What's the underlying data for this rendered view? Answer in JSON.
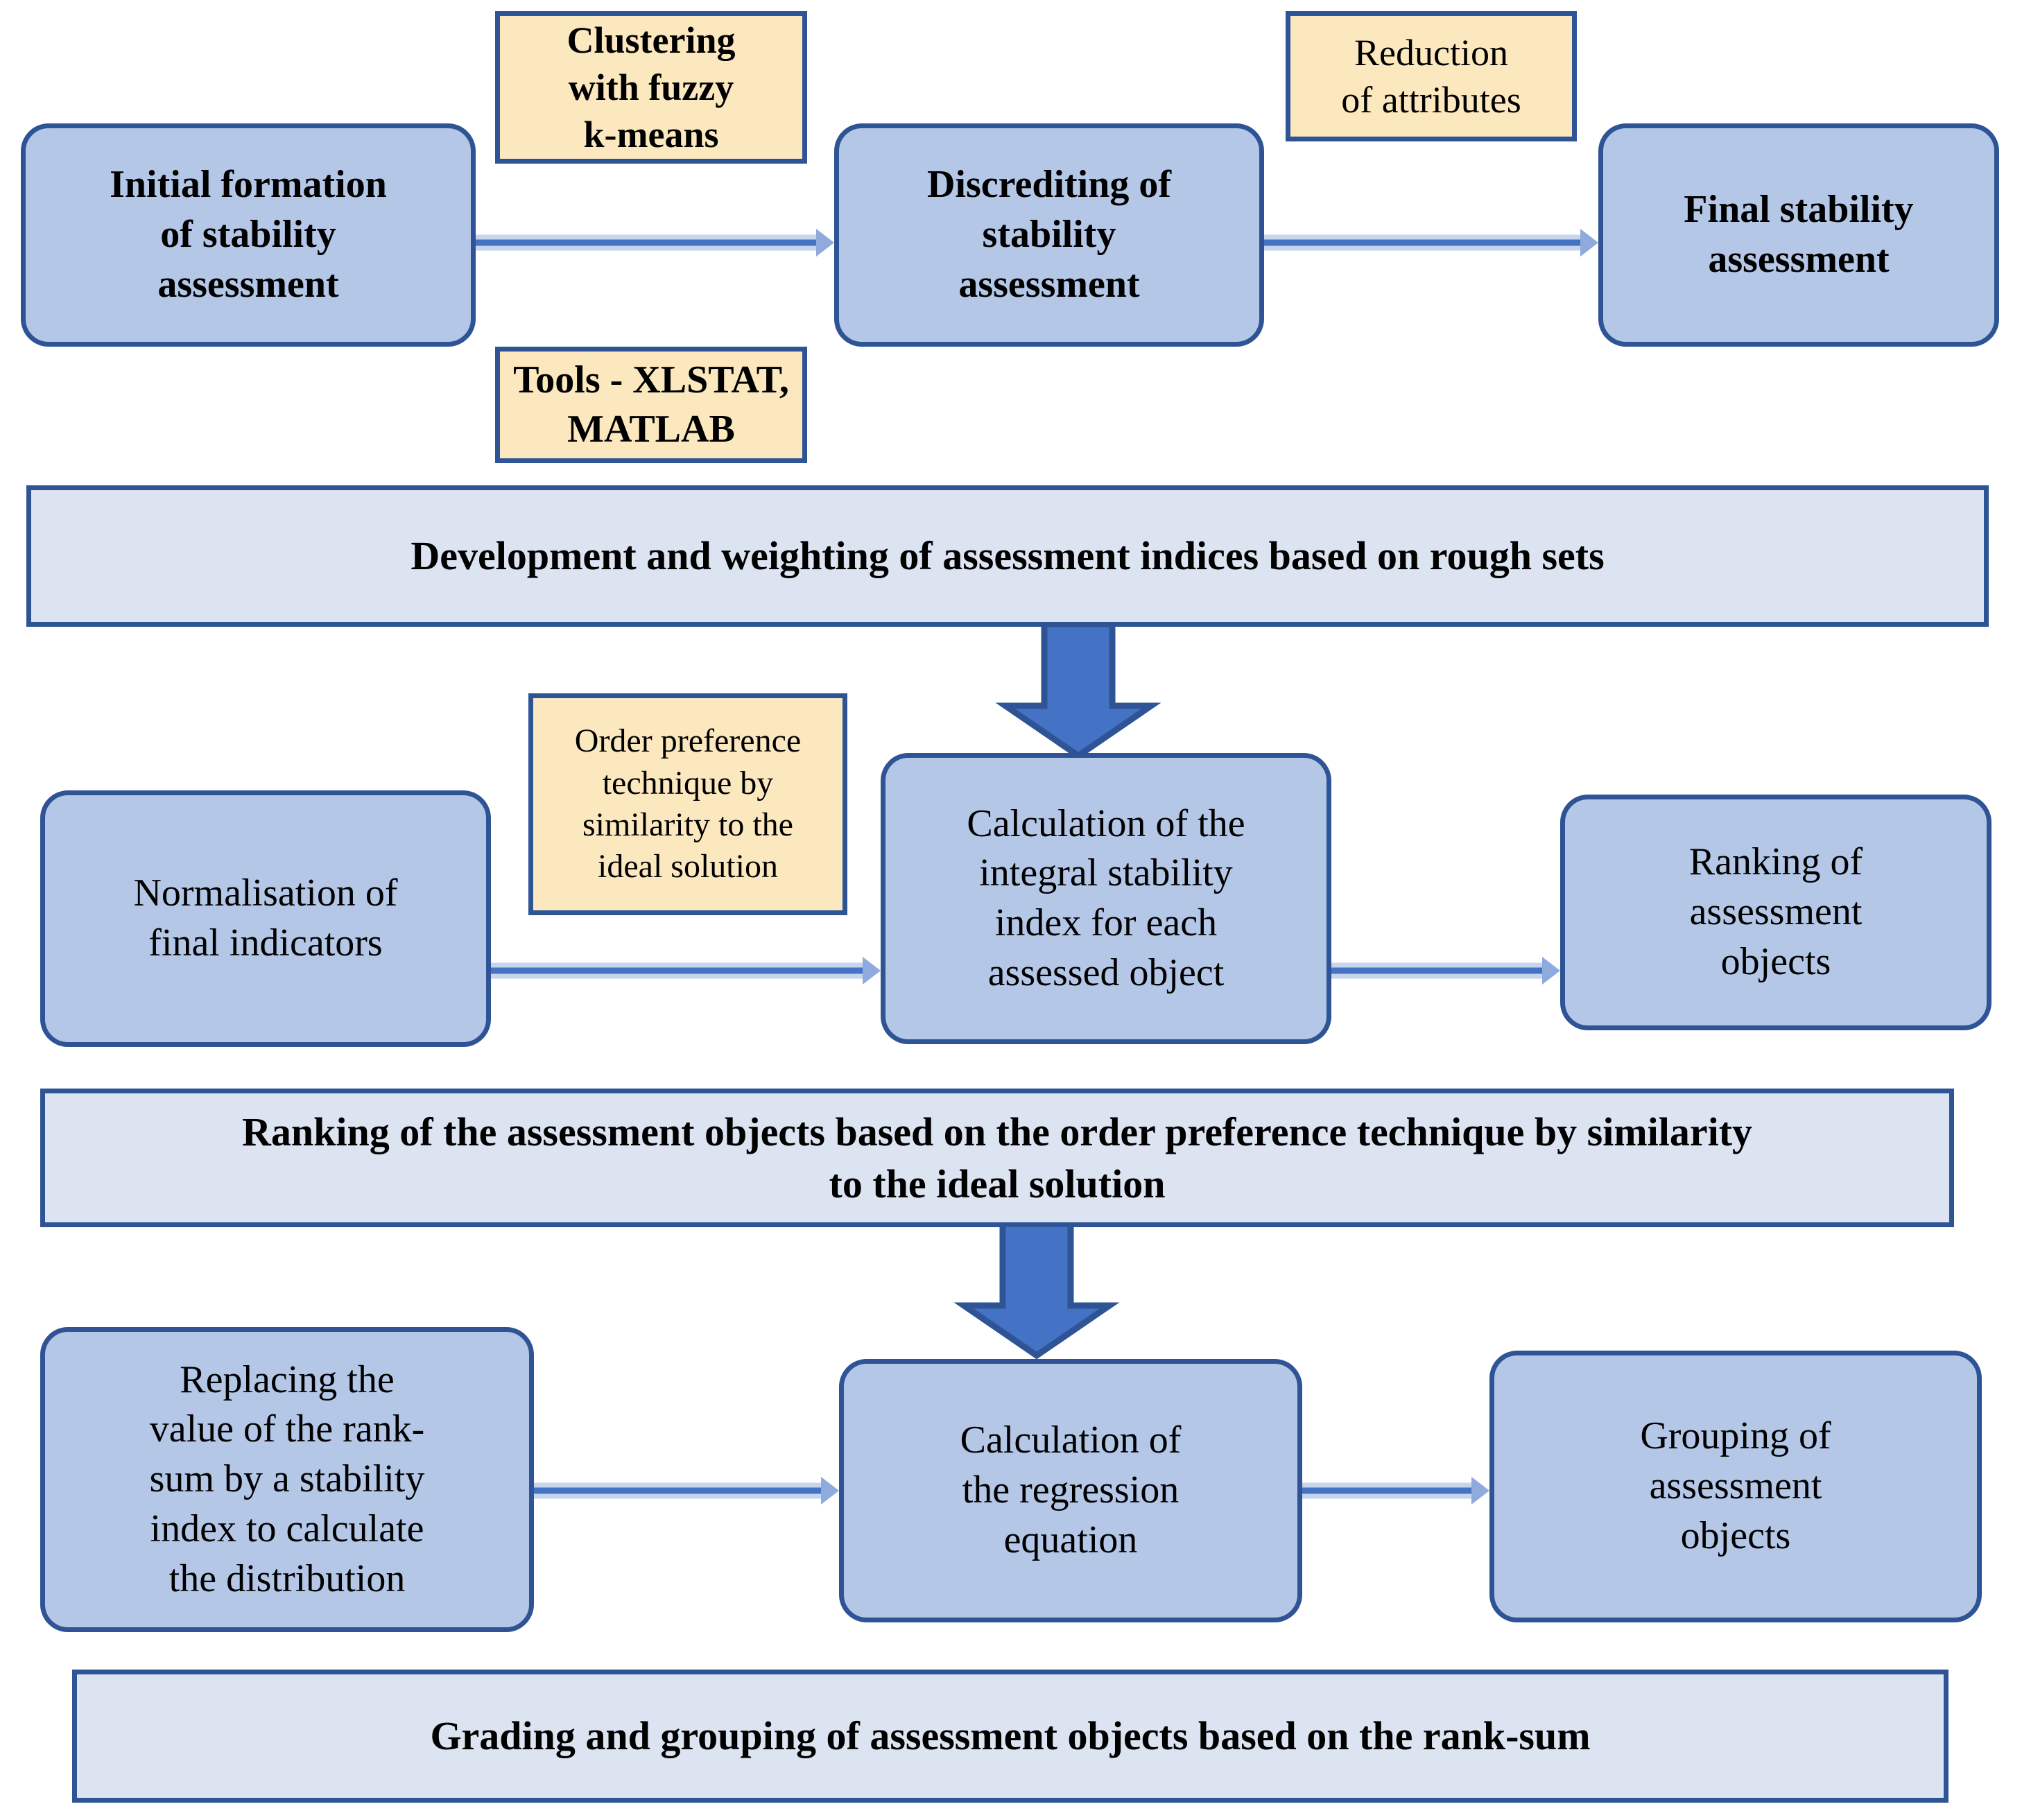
{
  "diagram": {
    "title": "Stability assessment methodology flowchart",
    "colors": {
      "node_fill": "#B4C7E7",
      "node_border": "#2E5496",
      "note_fill": "#FCE8BE",
      "banner_fill": "#DCE4F2",
      "arrow": "#4472C4",
      "arrow_head": "#8FAADC",
      "text": "#000000",
      "background": "#FFFFFF"
    },
    "rows": [
      {
        "id": "row-1",
        "nodes": [
          {
            "id": "initial-formation",
            "lines": [
              "Initial formation",
              "of stability",
              "assessment"
            ]
          },
          {
            "id": "discrediting",
            "lines": [
              "Discrediting of",
              "stability",
              "assessment"
            ]
          },
          {
            "id": "final-stability",
            "lines": [
              "Final stability",
              "assessment"
            ]
          }
        ],
        "notes": [
          {
            "id": "clustering-note",
            "lines": [
              "Clustering",
              "with fuzzy",
              "k-means"
            ]
          },
          {
            "id": "tools-note",
            "lines": [
              "Tools - XLSTAT,",
              "MATLAB"
            ]
          },
          {
            "id": "reduction-note",
            "lines": [
              "Reduction",
              "of attributes"
            ]
          }
        ]
      },
      {
        "id": "row-2",
        "nodes": [
          {
            "id": "normalisation",
            "lines": [
              "Normalisation of",
              "final indicators"
            ]
          },
          {
            "id": "integral-index",
            "lines": [
              "Calculation  of the",
              "integral stability",
              "index for each",
              "assessed object"
            ]
          },
          {
            "id": "ranking-objects",
            "lines": [
              "Ranking  of",
              "assessment",
              "objects"
            ]
          }
        ],
        "notes": [
          {
            "id": "topsis-note",
            "lines": [
              "Order preference",
              "technique by",
              "similarity to the",
              "ideal solution"
            ]
          }
        ]
      },
      {
        "id": "row-3",
        "nodes": [
          {
            "id": "replacing-rank-sum",
            "lines": [
              "Replacing  the",
              "value of the rank-",
              "sum by a stability",
              "index to calculate",
              "the distribution"
            ]
          },
          {
            "id": "regression-equation",
            "lines": [
              "Calculation  of",
              "the regression",
              "equation"
            ]
          },
          {
            "id": "grouping-objects",
            "lines": [
              "Grouping of",
              "assessment",
              "objects"
            ]
          }
        ],
        "notes": []
      }
    ],
    "banners": [
      {
        "id": "banner-development",
        "lines": [
          "Development and weighting of assessment  indices based on rough sets"
        ]
      },
      {
        "id": "banner-ranking",
        "lines": [
          "Ranking of the assessment  objects based on the order preference  technique by similarity",
          "to the ideal solution"
        ]
      },
      {
        "id": "banner-grading",
        "lines": [
          "Grading and grouping of assessment objects based on the rank-sum"
        ]
      }
    ],
    "arrows": {
      "h1": "arrow-initial-to-discrediting",
      "h2": "arrow-discrediting-to-final",
      "h3": "arrow-normalisation-to-integral",
      "h4": "arrow-integral-to-ranking",
      "h5": "arrow-replacing-to-regression",
      "h6": "arrow-regression-to-grouping",
      "v1": "arrow-banner-development-down",
      "v2": "arrow-banner-ranking-down"
    }
  }
}
